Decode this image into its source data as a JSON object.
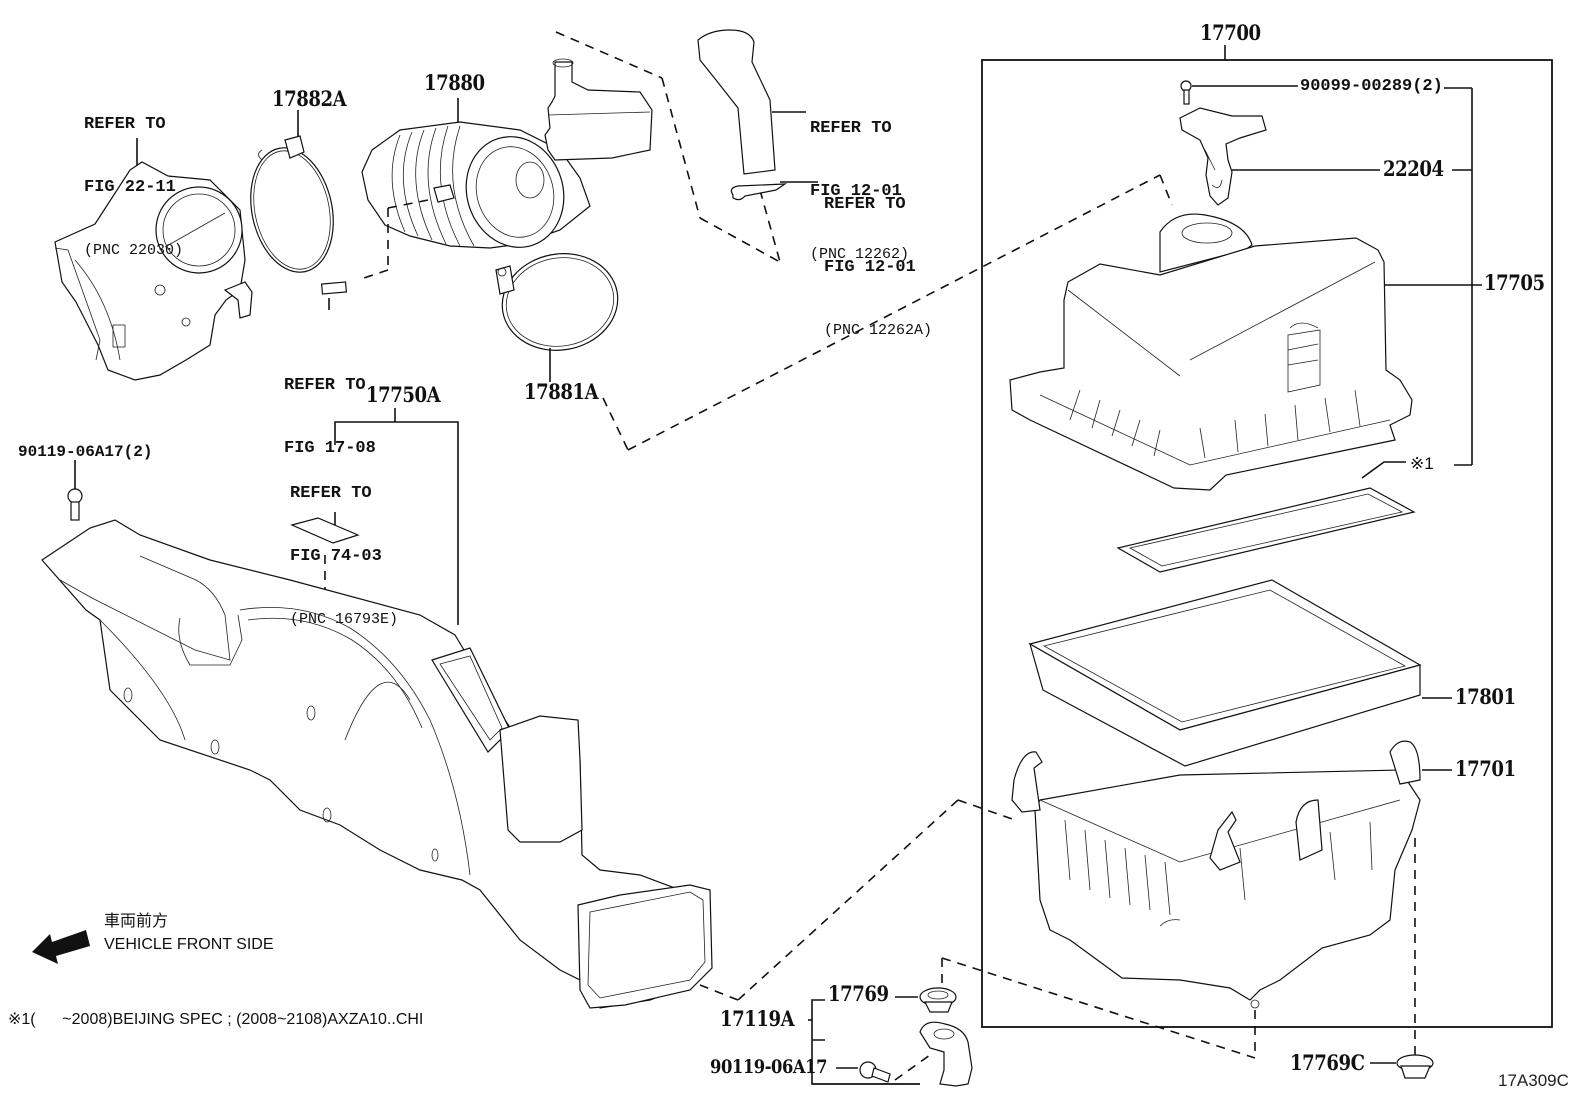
{
  "diagram": {
    "figure_code": "17A309C",
    "direction": {
      "japanese": "車両前方",
      "english": "VEHICLE FRONT SIDE"
    },
    "footnote": "※1(      ~2008)BEIJING SPEC ; (2008~2108)AXZA10..CHI"
  },
  "parts": {
    "p17700": "17700",
    "p90099": "90099-00289(2)",
    "p22204": "22204",
    "p17705": "17705",
    "note1": "※1",
    "p17801": "17801",
    "p17701": "17701",
    "p17769": "17769",
    "p17119A": "17119A",
    "p90119_single": "90119-06A17",
    "p17769C": "17769C",
    "p17882A": "17882A",
    "p17880": "17880",
    "p17881A": "17881A",
    "p17750A": "17750A",
    "p90119_pair": "90119-06A17(2)"
  },
  "references": {
    "throttle": {
      "line1": "REFER TO",
      "line2": "FIG 22-11",
      "pnc": "(PNC 22030)"
    },
    "hose": {
      "line1": "REFER TO",
      "line2": "FIG 12-01",
      "pnc": "(PNC 12262)"
    },
    "clip": {
      "line1": "REFER TO",
      "line2": "FIG 12-01",
      "pnc": "(PNC 12262A)"
    },
    "sensor_pipe": {
      "line1": "REFER TO",
      "line2": "FIG 17-08"
    },
    "label_plate": {
      "line1": "REFER TO",
      "line2": "FIG 74-03",
      "pnc": "(PNC 16793E)"
    }
  }
}
